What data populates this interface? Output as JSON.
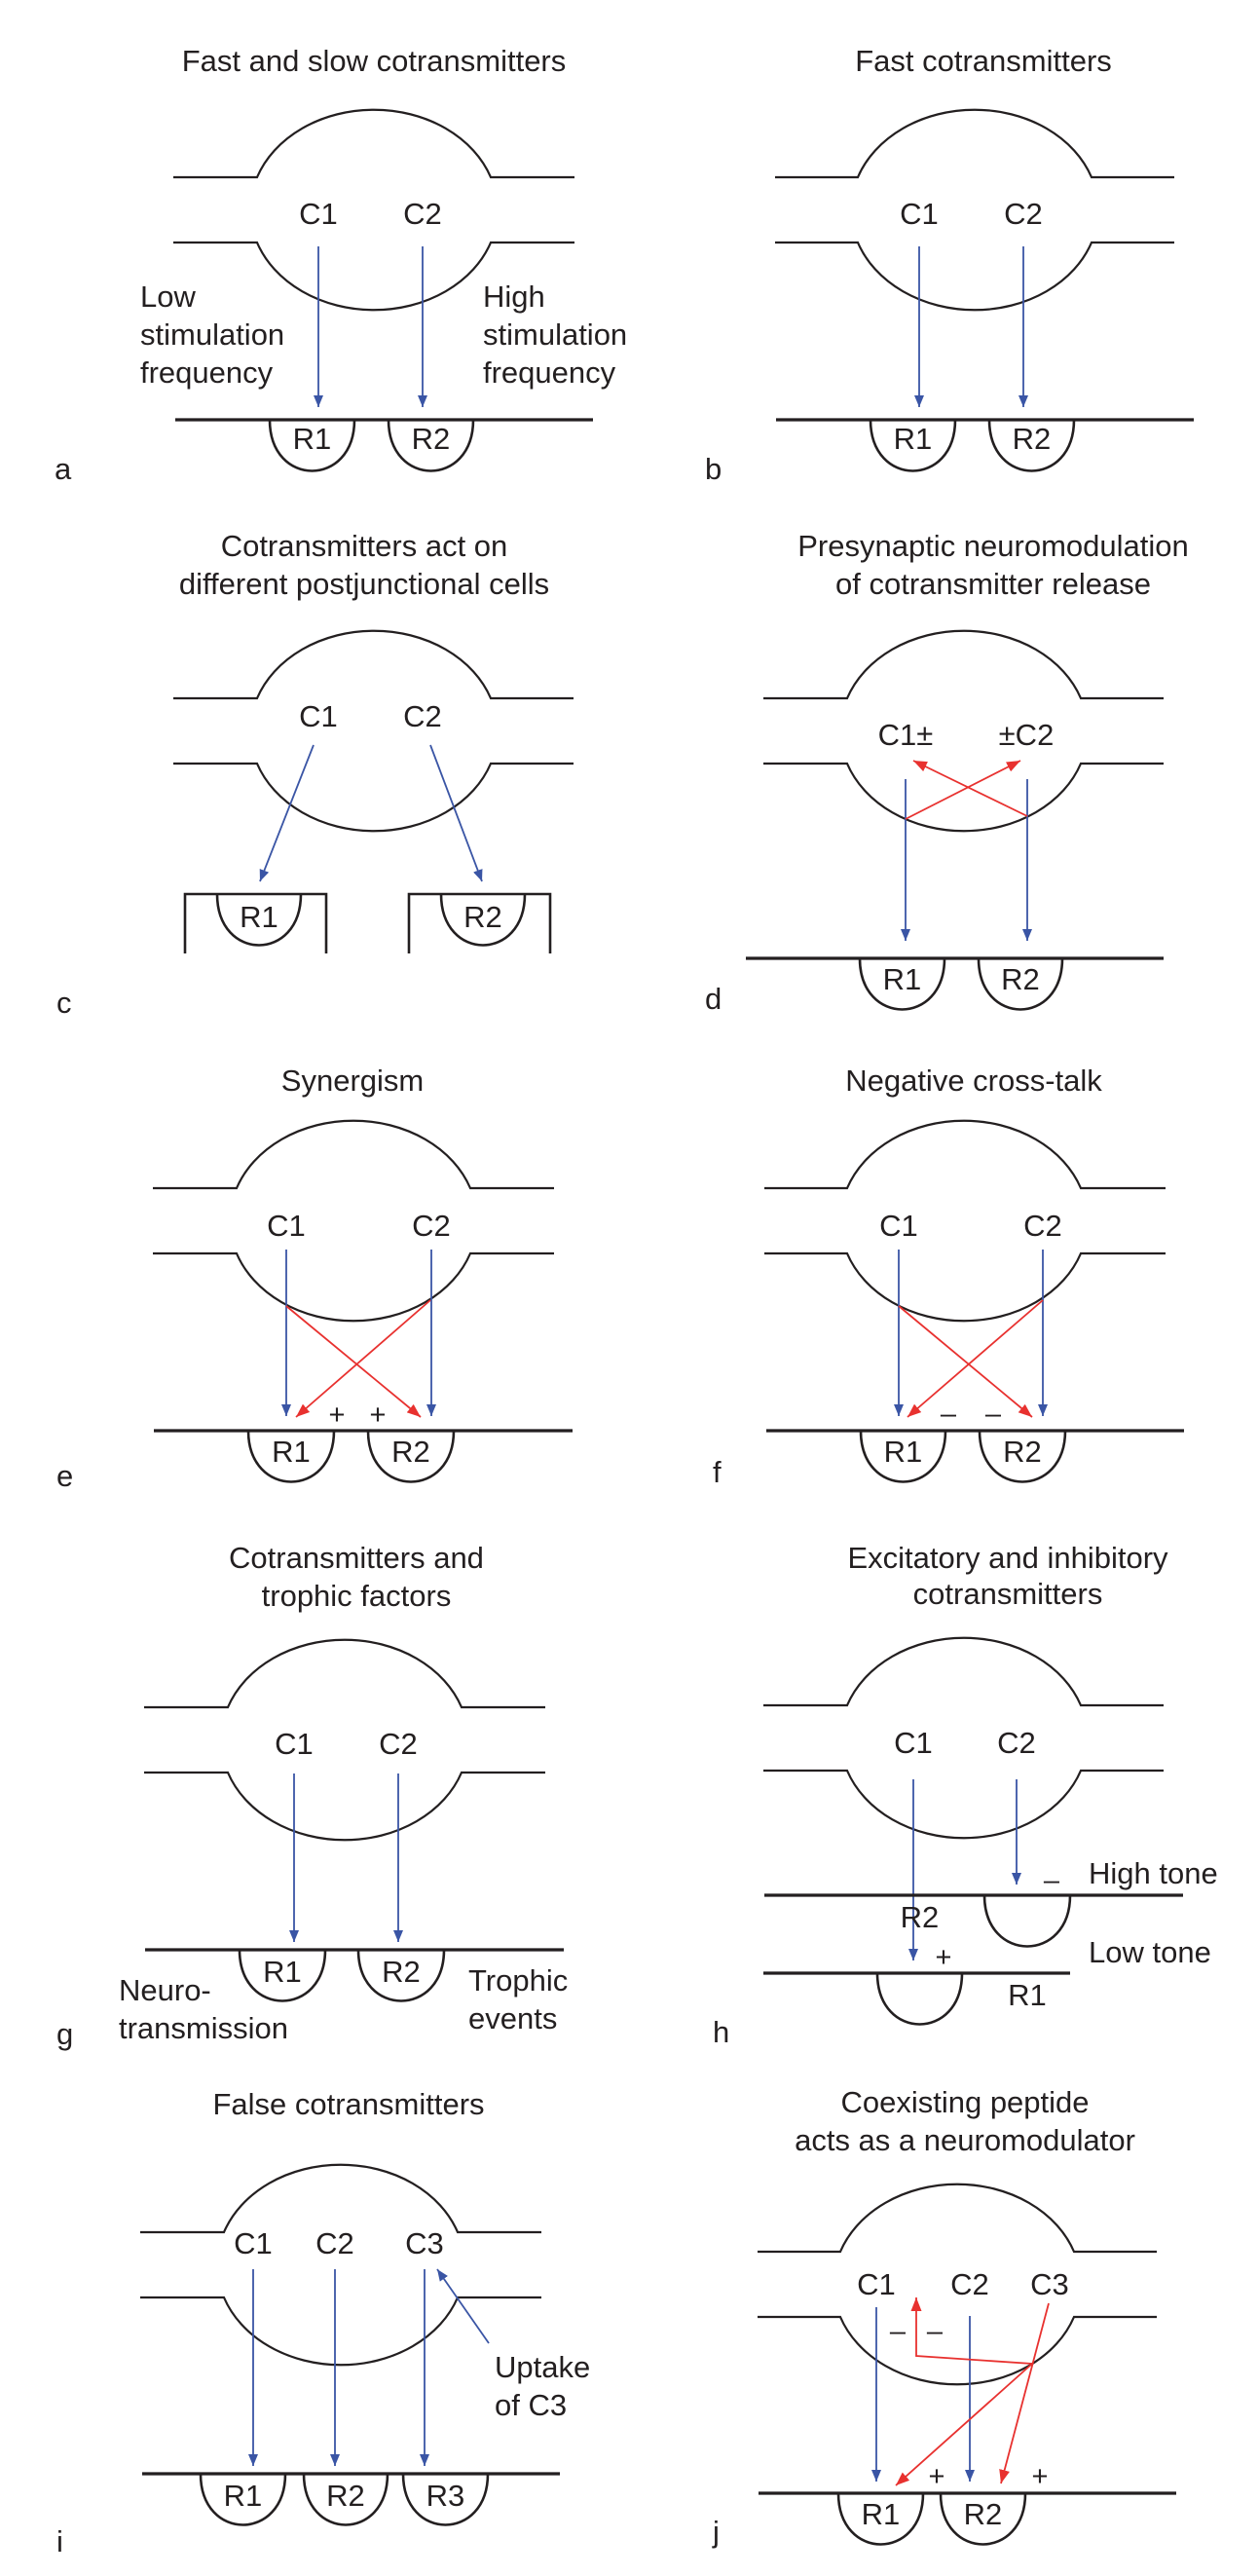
{
  "colors": {
    "transmitter_arrow": "#3a55a5",
    "modulation_arrow": "#e8312f",
    "line": "#231f20"
  },
  "panels": [
    {
      "letter": "a",
      "title": [
        "Fast and slow cotransmitters"
      ],
      "compounds": [
        "C1",
        "C2"
      ],
      "receptors": [
        "R1",
        "R2"
      ],
      "annotations": [
        "Low",
        "stimulation",
        "frequency",
        "High",
        "stimulation",
        "frequency"
      ],
      "signs": []
    },
    {
      "letter": "b",
      "title": [
        "Fast cotransmitters"
      ],
      "compounds": [
        "C1",
        "C2"
      ],
      "receptors": [
        "R1",
        "R2"
      ],
      "annotations": [],
      "signs": []
    },
    {
      "letter": "c",
      "title": [
        "Cotransmitters act on",
        "different postjunctional cells"
      ],
      "compounds": [
        "C1",
        "C2"
      ],
      "receptors": [
        "R1",
        "R2"
      ],
      "annotations": [],
      "signs": []
    },
    {
      "letter": "d",
      "title": [
        "Presynaptic neuromodulation",
        "of cotransmitter release"
      ],
      "compounds": [
        "C1±",
        "±C2"
      ],
      "receptors": [
        "R1",
        "R2"
      ],
      "annotations": [],
      "signs": []
    },
    {
      "letter": "e",
      "title": [
        "Synergism"
      ],
      "compounds": [
        "C1",
        "C2"
      ],
      "receptors": [
        "R1",
        "R2"
      ],
      "annotations": [],
      "signs": [
        "+",
        "+"
      ]
    },
    {
      "letter": "f",
      "title": [
        "Negative cross-talk"
      ],
      "compounds": [
        "C1",
        "C2"
      ],
      "receptors": [
        "R1",
        "R2"
      ],
      "annotations": [],
      "signs": [
        "–",
        "–"
      ]
    },
    {
      "letter": "g",
      "title": [
        "Cotransmitters and",
        "trophic factors"
      ],
      "compounds": [
        "C1",
        "C2"
      ],
      "receptors": [
        "R1",
        "R2"
      ],
      "annotations": [
        "Neuro-",
        "transmission",
        "Trophic",
        "events"
      ],
      "signs": []
    },
    {
      "letter": "h",
      "title": [
        "Excitatory and inhibitory",
        "cotransmitters"
      ],
      "compounds": [
        "C1",
        "C2"
      ],
      "receptors": [
        "R1",
        "R2"
      ],
      "annotations": [
        "High tone",
        "Low tone"
      ],
      "signs": [
        "+",
        "–"
      ]
    },
    {
      "letter": "i",
      "title": [
        "False cotransmitters"
      ],
      "compounds": [
        "C1",
        "C2",
        "C3"
      ],
      "receptors": [
        "R1",
        "R2",
        "R3"
      ],
      "annotations": [
        "Uptake",
        "of C3"
      ],
      "signs": []
    },
    {
      "letter": "j",
      "title": [
        "Coexisting peptide",
        "acts as a neuromodulator"
      ],
      "compounds": [
        "C1",
        "C2",
        "C3"
      ],
      "receptors": [
        "R1",
        "R2"
      ],
      "annotations": [],
      "signs": [
        "–",
        "–",
        "+",
        "+"
      ]
    }
  ]
}
